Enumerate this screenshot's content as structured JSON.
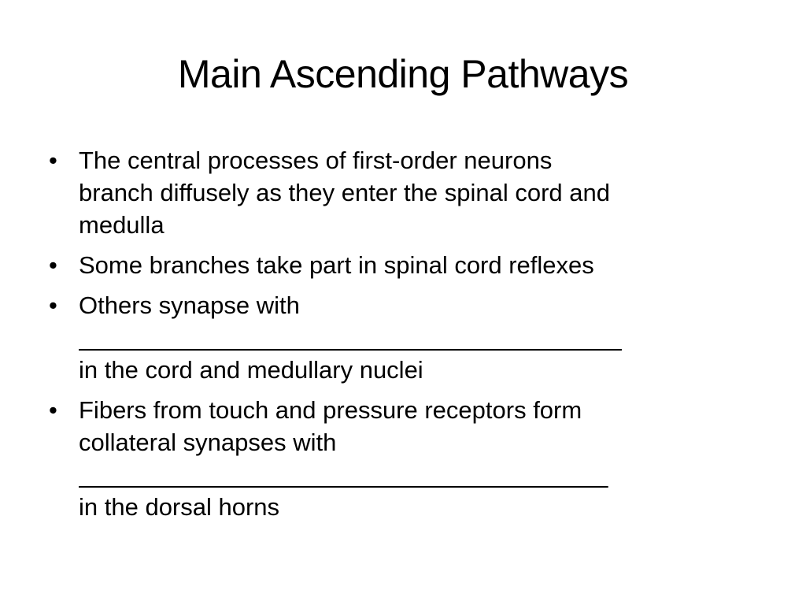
{
  "slide": {
    "title": "Main Ascending Pathways",
    "bullet_symbol": "•",
    "bullets": [
      {
        "lines": [
          "The central processes of first-order neurons",
          "branch diffusely as they enter the spinal cord and",
          "medulla"
        ]
      },
      {
        "lines": [
          "Some branches take part in spinal cord reflexes"
        ]
      },
      {
        "lines": [
          "Others synapse with",
          "________________________________________",
          "in the cord and medullary nuclei"
        ]
      },
      {
        "lines": [
          "Fibers from touch and pressure receptors form",
          "collateral synapses with",
          "_______________________________________",
          "in the dorsal horns"
        ]
      }
    ]
  }
}
